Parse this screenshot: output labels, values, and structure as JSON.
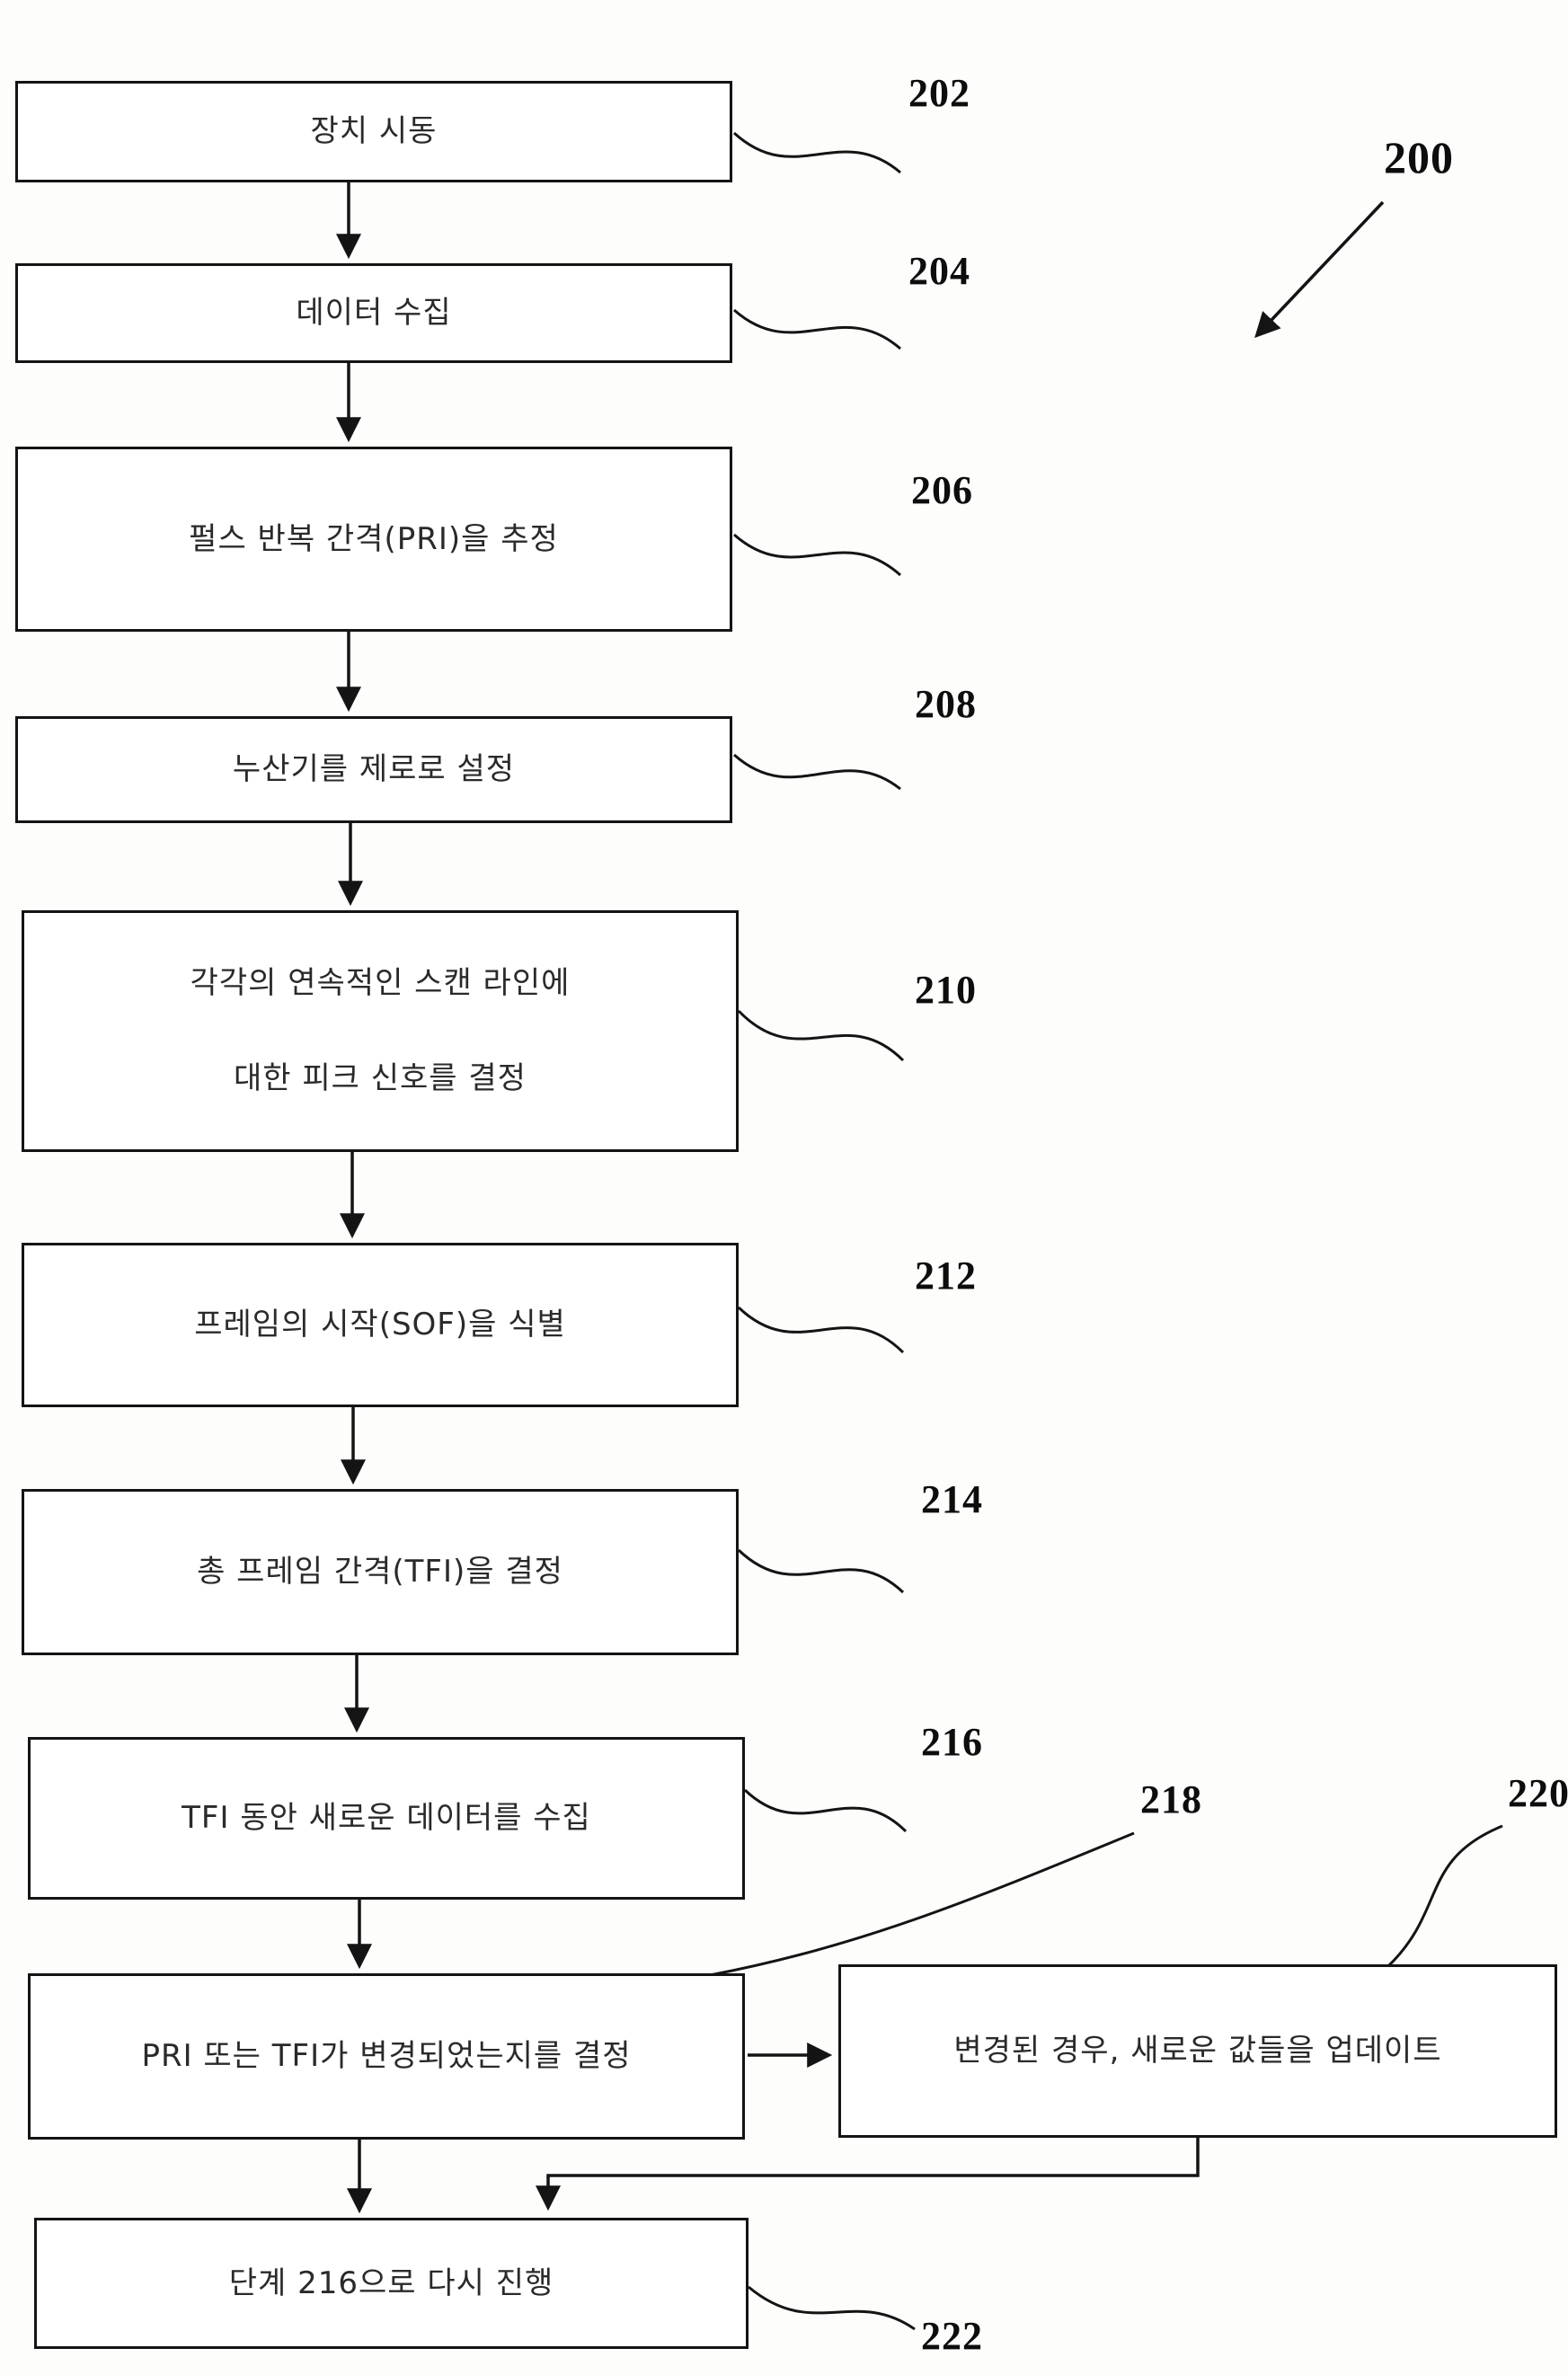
{
  "figure": {
    "reference_label": "200",
    "steps": [
      {
        "id": "202",
        "label": "장치 시동"
      },
      {
        "id": "204",
        "label": "데이터 수집"
      },
      {
        "id": "206",
        "label": "펄스 반복 간격(PRI)을 추정"
      },
      {
        "id": "208",
        "label": "누산기를 제로로 설정"
      },
      {
        "id": "210",
        "label": "각각의 연속적인 스캔 라인에\n대한 피크 신호를 결정"
      },
      {
        "id": "212",
        "label": "프레임의 시작(SOF)을 식별"
      },
      {
        "id": "214",
        "label": "총 프레임 간격(TFI)을 결정"
      },
      {
        "id": "216",
        "label": "TFI 동안 새로운 데이터를 수집"
      },
      {
        "id": "218",
        "label": "PRI 또는 TFI가 변경되었는지를 결정"
      },
      {
        "id": "220",
        "label": "변경된 경우, 새로운 값들을 업데이트"
      },
      {
        "id": "222",
        "label": "단계 216으로 다시 진행"
      }
    ]
  }
}
